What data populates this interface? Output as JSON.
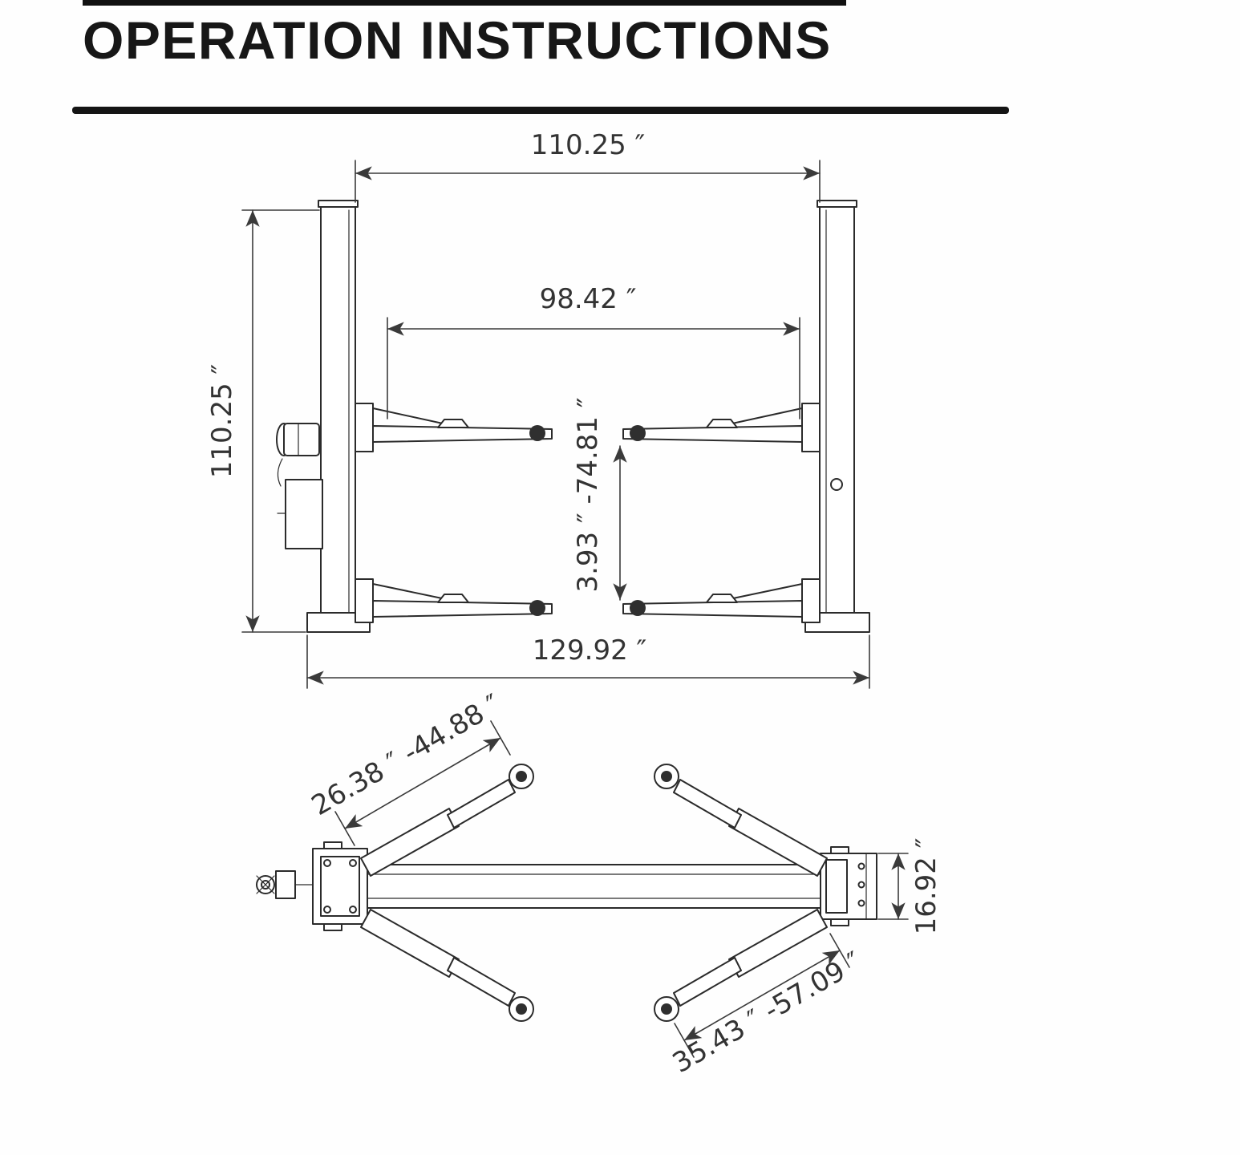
{
  "page": {
    "title": "OPERATION INSTRUCTIONS"
  },
  "diagram": {
    "front_view": {
      "top_width": "110.25 ″",
      "arm_span": "98.42 ″",
      "column_height": "110.25 ″",
      "lift_range": "3.93 ″ -74.81 ″",
      "base_width": "129.92 ″"
    },
    "plan_view": {
      "front_arm_range": "26.38 ″ -44.88 ″",
      "carriage_depth": "16.92 ″",
      "rear_arm_range": "35.43 ″ -57.09 ″"
    }
  }
}
